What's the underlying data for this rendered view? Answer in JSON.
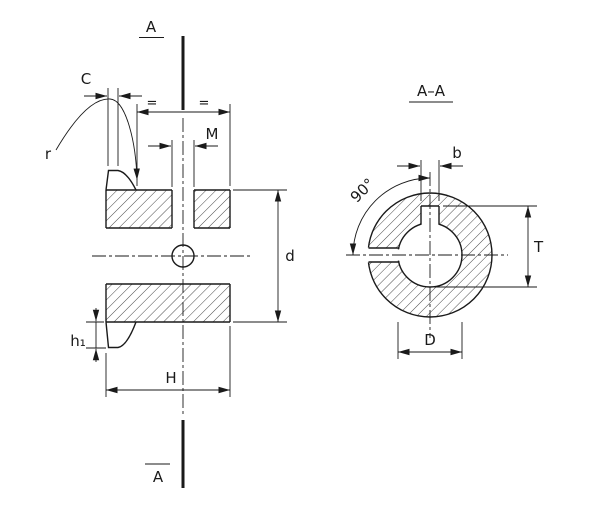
{
  "page": {
    "background": "#ffffff",
    "line_color": "#1a1a1a"
  },
  "section_marks": {
    "top": "A",
    "bottom": "A"
  },
  "front_view": {
    "labels": {
      "chamfer": "C",
      "radius": "r",
      "thread": "M",
      "pitch_diameter": "d",
      "hub_length": "H",
      "tooth_height": "h₁",
      "equal_left": "=",
      "equal_right": "="
    }
  },
  "section_view": {
    "title": "A–A",
    "labels": {
      "keyway_width": "b",
      "angle": "90°",
      "keyway_depth": "T",
      "bore_diameter": "D"
    }
  }
}
